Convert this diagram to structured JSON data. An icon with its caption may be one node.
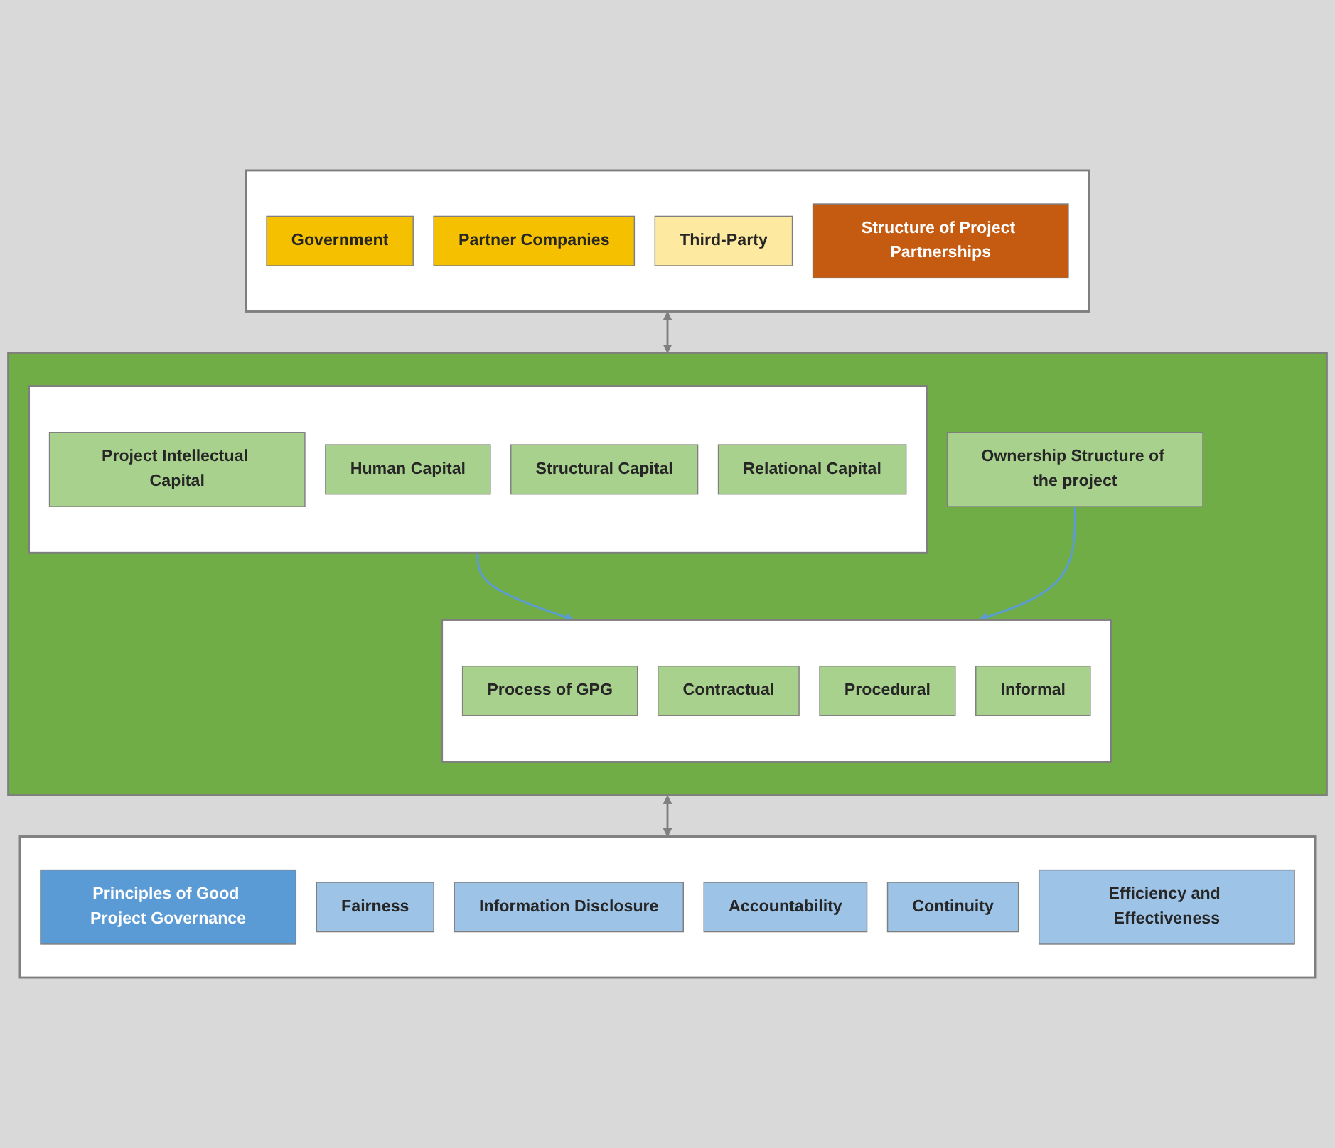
{
  "diagram": {
    "nodes": [
      {
        "text": [],
        "shape": "box"
      },
      {
        "text": [
          "Government"
        ],
        "in": 0
      },
      {
        "text": [
          "Partner Companies"
        ],
        "in": 0
      },
      {
        "text": [
          "Third-Party"
        ],
        "in": 0
      },
      {
        "text": [
          "Structure of Project Partnerships"
        ],
        "in": 0
      },
      {
        "text": [],
        "shape": "box"
      },
      {
        "text": [],
        "shape": "box",
        "in": 5
      },
      {
        "text": [
          "Project Intellectual Capital"
        ],
        "in": 6
      },
      {
        "text": [
          "Human Capital"
        ],
        "in": 6
      },
      {
        "text": [
          "Structural Capital"
        ],
        "in": 6
      },
      {
        "text": [
          "Relational Capital"
        ],
        "in": 6
      },
      {
        "text": [],
        "shape": "box",
        "in": 5
      },
      {
        "text": [
          "Process of GPG"
        ],
        "in": 11
      },
      {
        "text": [
          "Contractual"
        ],
        "in": 11
      },
      {
        "text": [
          "Procedural"
        ],
        "in": 11
      },
      {
        "text": [
          "Informal"
        ],
        "in": 11
      },
      {
        "text": [
          "Ownership Structure of the project"
        ],
        "in": 5
      },
      {
        "text": [],
        "shape": "box"
      },
      {
        "text": [
          "Principles of Good Project Governance"
        ],
        "in": 17
      },
      {
        "text": [
          "Fairness"
        ],
        "in": 17
      },
      {
        "text": [
          "Information Disclosure"
        ],
        "in": 17
      },
      {
        "text": [
          "Accountability"
        ],
        "in": 17
      },
      {
        "text": [
          "Continuity"
        ],
        "in": 17
      },
      {
        "text": [
          "Efficiency and Effectiveness"
        ],
        "in": 17
      }
    ],
    "edges": [
      {
        "from": 0,
        "to": 5,
        "arrow": "both",
        "color": "#808080"
      },
      {
        "from": 6,
        "to": 11,
        "arrow": "to",
        "color": "#5b9bd5"
      },
      {
        "from": 16,
        "to": 11,
        "arrow": "to",
        "color": "#5b9bd5"
      },
      {
        "from": 5,
        "to": 17,
        "arrow": "both",
        "color": "#808080"
      }
    ]
  }
}
